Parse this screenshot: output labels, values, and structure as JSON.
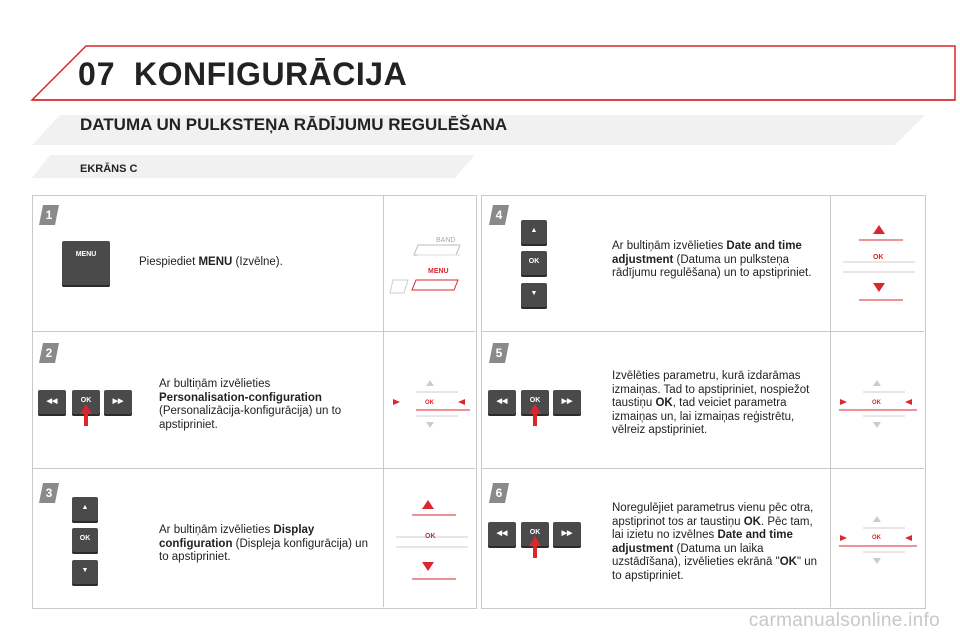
{
  "chapter": {
    "number": "07",
    "title": "KONFIGURĀCIJA"
  },
  "section_title": "DATUMA UN PULKSTEŅA RĀDĪJUMU REGULĒŠANA",
  "subsection_title": "EKRĀNS C",
  "colors": {
    "accent": "#d9272e",
    "badge": "#8a8a8a"
  },
  "steps": [
    {
      "num": "1",
      "text_pre": "Piespiediet ",
      "text_bold": "MENU",
      "text_post": " (Izvēlne).",
      "diagram_labels": [
        "BAND",
        "MENU"
      ]
    },
    {
      "num": "2",
      "line1": "Ar bultiņām izvēlieties",
      "bold": "Personalisation-configuration",
      "rest": "(Personalizācija-konfigurācija) un to apstipriniet.",
      "ok": "OK"
    },
    {
      "num": "3",
      "pre": "Ar bultiņām izvēlieties ",
      "bold": "Display configuration",
      "rest": " (Displeja konfigurācija) un to apstipriniet.",
      "ok": "OK"
    },
    {
      "num": "4",
      "pre": "Ar bultiņām izvēlieties ",
      "bold": "Date and time adjustment",
      "rest": " (Datuma un pulksteņa rādījumu regulēšana) un to apstipriniet.",
      "ok": "OK"
    },
    {
      "num": "5",
      "text_a": "Izvēlēties parametru, kurā izdarāmas izmaiņas. Tad to apstipriniet, nospiežot taustiņu ",
      "bold": "OK",
      "text_b": ", tad veiciet parametra izmaiņas un, lai izmaiņas reģistrētu, vēlreiz apstipriniet.",
      "ok": "OK"
    },
    {
      "num": "6",
      "text_a": "Noregulējiet parametrus vienu pēc otra, apstiprinot tos ar taustiņu ",
      "bold_a": "OK",
      "text_b": ". Pēc tam, lai izietu no izvēlnes ",
      "bold_b": "Date and time adjustment",
      "text_c": " (Datuma un laika uzstādīšana), izvēlieties ekrānā \"",
      "bold_c": "OK",
      "text_d": "\" un to apstipriniet.",
      "ok": "OK"
    }
  ],
  "footer": "carmanualsonline.info"
}
